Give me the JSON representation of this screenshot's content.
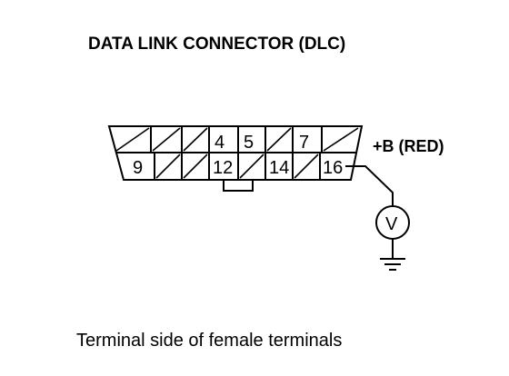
{
  "title": "DATA LINK CONNECTOR (DLC)",
  "connector": {
    "top_row_pins": [
      "4",
      "5",
      "7"
    ],
    "bottom_row_pins": [
      "9",
      "12",
      "14",
      "16"
    ]
  },
  "supply_label": "+B (RED)",
  "meter_symbol": "V",
  "caption": "Terminal side of female terminals",
  "colors": {
    "line": "#000000",
    "background": "#ffffff"
  }
}
